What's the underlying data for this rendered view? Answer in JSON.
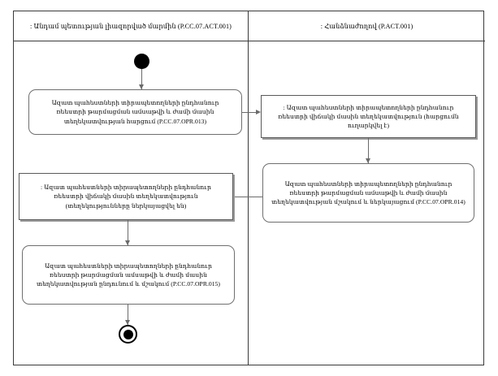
{
  "diagram": {
    "type": "uml-activity-diagram",
    "swimlanes": [
      {
        "id": "member-state-authority",
        "title": ": Անդամ պետության լիազորված մարմին (P.CC.07.ACT.001)"
      },
      {
        "id": "commission",
        "title": ": Հանձնաժողով (P.ACT.001)"
      }
    ],
    "nodes": {
      "initial": {
        "kind": "initial-node",
        "lane": "member-state-authority"
      },
      "activity_opr_013": {
        "kind": "activity",
        "lane": "member-state-authority",
        "label": "Ազատ պահեստների տիրապետողների ընդհանուր ռեեստրի թարմացման ամսաթվի և ժամի մասին տեղեկատվության հարցում (P.CC.07.OPR.013)"
      },
      "object_request_sent": {
        "kind": "object-node",
        "lane": "commission",
        "label": ": Ազատ պահեստների տիրապետողների ընդհանուր ռեեստրի վիճակի մասին տեղեկատվություն (հարցումն ուղարկվել է)"
      },
      "activity_opr_014": {
        "kind": "activity",
        "lane": "commission",
        "label": "Ազատ պահեստների տիրապետողների ընդհանուր ռեեստրի թարմացման ամսաթվի և ժամի մասին տեղեկատվության մշակում և ներկայացում (P.CC.07.OPR.014)"
      },
      "object_info_provided": {
        "kind": "object-node",
        "lane": "member-state-authority",
        "label": ": Ազատ պահեստների տիրապետողների ընդհանուր ռեեստրի վիճակի մասին տեղեկատվություն (տեղեկությունները ներկայացվել են)"
      },
      "activity_opr_015": {
        "kind": "activity",
        "lane": "member-state-authority",
        "label": "Ազատ պահեստների տիրապետողների ընդհանուր ռեեստրի թարմացման ամսաթվի և ժամի մասին տեղեկատվության ընդունում և մշակում (P.CC.07.OPR.015)"
      },
      "final": {
        "kind": "final-node",
        "lane": "member-state-authority"
      }
    },
    "edges": [
      {
        "from": "initial",
        "to": "activity_opr_013",
        "direction": "down"
      },
      {
        "from": "activity_opr_013",
        "to": "object_request_sent",
        "direction": "right"
      },
      {
        "from": "object_request_sent",
        "to": "activity_opr_014",
        "direction": "down"
      },
      {
        "from": "activity_opr_014",
        "to": "object_info_provided",
        "direction": "left"
      },
      {
        "from": "object_info_provided",
        "to": "activity_opr_015",
        "direction": "down"
      },
      {
        "from": "activity_opr_015",
        "to": "final",
        "direction": "down"
      }
    ],
    "colors": {
      "frame_border": "#3a3a3a",
      "activity_border": "#6f6f6f",
      "object_border": "#5a5a5a",
      "object_shadow": "#9a9a9a",
      "edge": "#6a6a6a",
      "node_fill": "#ffffff",
      "initial_final_fill": "#000000",
      "background": "#ffffff"
    }
  }
}
